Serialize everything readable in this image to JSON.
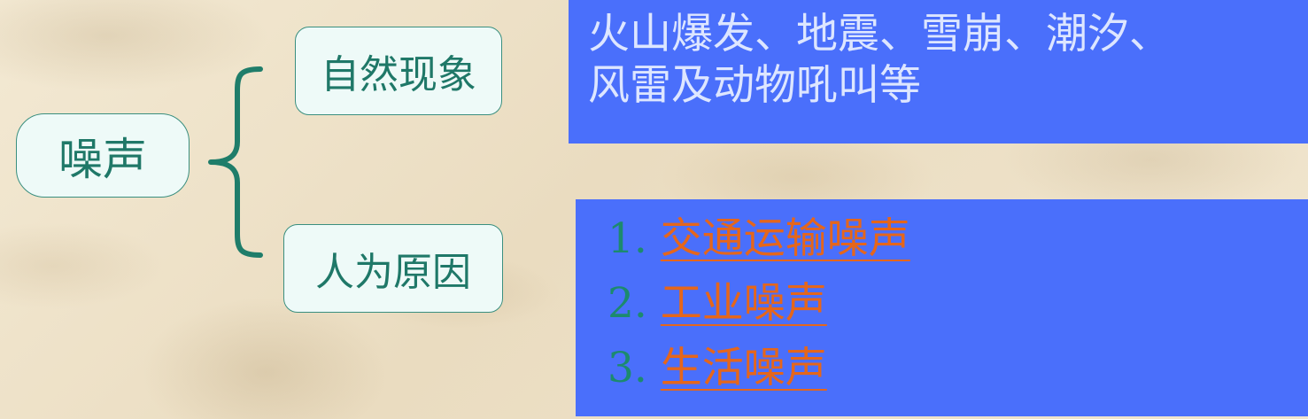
{
  "diagram": {
    "root": {
      "label": "噪声"
    },
    "branches": [
      {
        "label": "自然现象"
      },
      {
        "label": "人为原因"
      }
    ]
  },
  "natural_description": {
    "line1": "火山爆发、地震、雪崩、潮汐、",
    "line2": "风雷及动物吼叫等"
  },
  "human_causes": {
    "items": [
      {
        "number": "1.",
        "label": "交通运输噪声"
      },
      {
        "number": "2.",
        "label": "工业噪声"
      },
      {
        "number": "3.",
        "label": "生活噪声"
      }
    ]
  },
  "colors": {
    "panel_background": "#4a6ffb",
    "node_border": "#3a8f7f",
    "node_text": "#1f7868",
    "link_text": "#e5661b",
    "number_text": "#1c8a6e"
  }
}
